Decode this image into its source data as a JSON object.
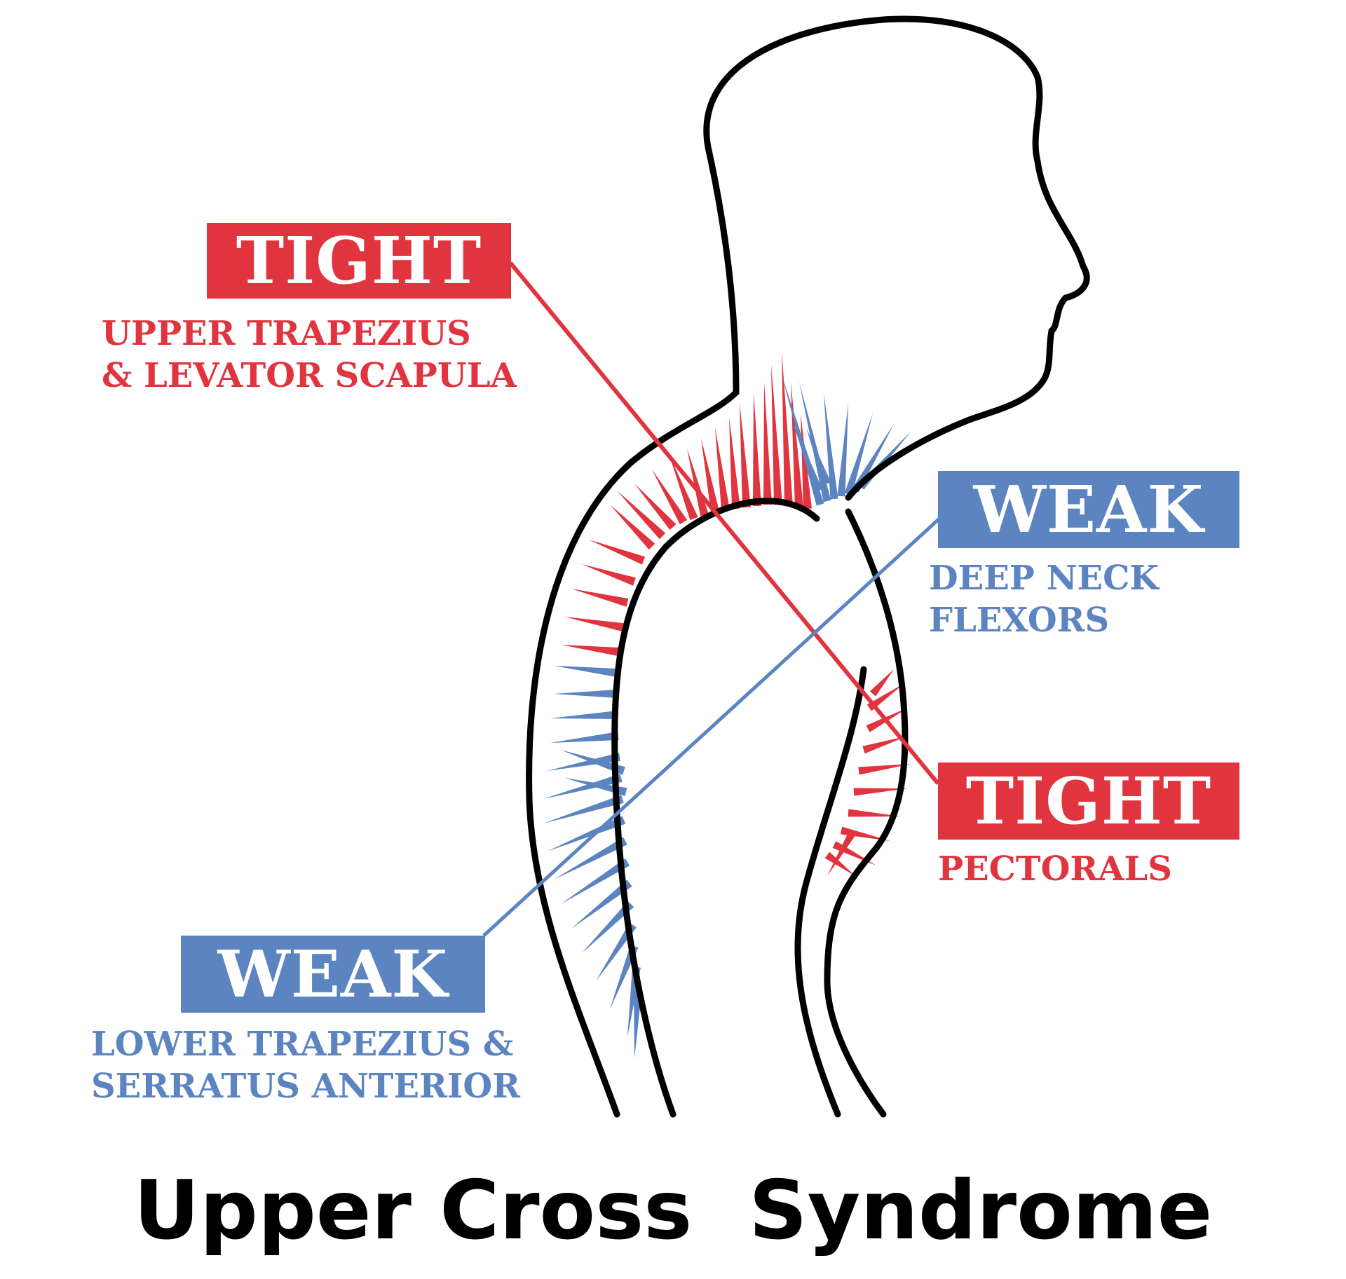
{
  "colors": {
    "tight": "#e0343f",
    "weak": "#5b84c1",
    "outline": "#000000",
    "background": "#ffffff"
  },
  "labels": {
    "tight_upper": {
      "badge": "TIGHT",
      "line1": "UPPER TRAPEZIUS",
      "line2": "& LEVATOR SCAPULA"
    },
    "weak_neck": {
      "badge": "WEAK",
      "line1": "DEEP NECK",
      "line2": "FLEXORS"
    },
    "tight_pectorals": {
      "badge": "TIGHT",
      "line1": "PECTORALS"
    },
    "weak_lower": {
      "badge": "WEAK",
      "line1": "LOWER TRAPEZIUS &",
      "line2": "SERRATUS ANTERIOR"
    }
  },
  "caption": "Upper Cross  Syndrome"
}
